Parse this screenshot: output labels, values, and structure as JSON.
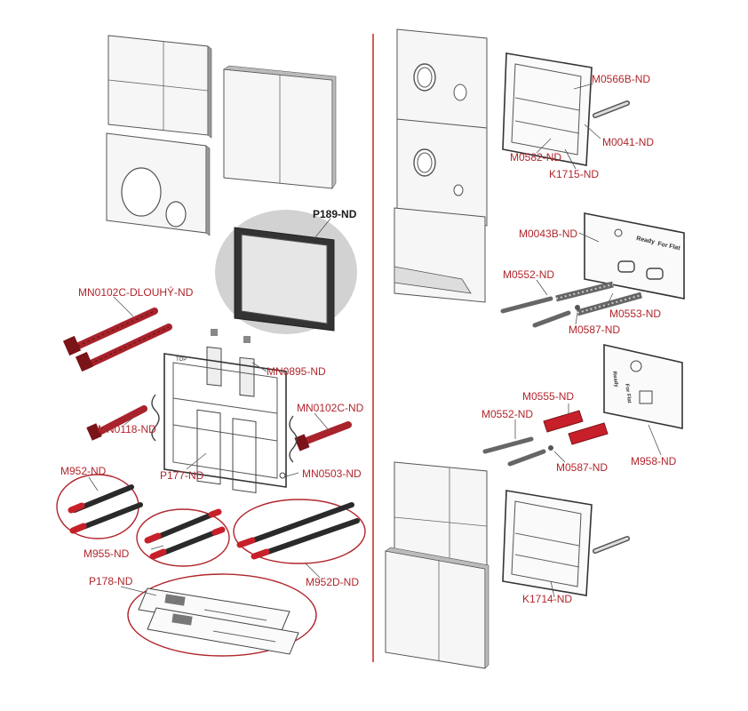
{
  "labels": {
    "p189": "P189-ND",
    "mn0102c_dlouhy": "MN0102C-DLOUHÝ-ND",
    "mn0895": "MN0895-ND",
    "mn0102c": "MN0102C-ND",
    "mn0118": "MN0118-ND",
    "p177": "P177-ND",
    "mn0503": "MN0503-ND",
    "m952": "M952-ND",
    "m955": "M955-ND",
    "m952d": "M952D-ND",
    "p178": "P178-ND",
    "m0566b": "M0566B-ND",
    "m0041": "M0041-ND",
    "m0582": "M0582-ND",
    "k1715": "K1715-ND",
    "m0043b": "M0043B-ND",
    "m0552_a": "M0552-ND",
    "m0553": "M0553-ND",
    "m0587_a": "M0587-ND",
    "m0555": "M0555-ND",
    "m0552_b": "M0552-ND",
    "m0587_b": "M0587-ND",
    "m958": "M958-ND",
    "k1714": "K1714-ND"
  },
  "frame_text": {
    "ready": "Ready",
    "for_flat": "For Flat",
    "top": "TOP"
  },
  "colors": {
    "label_red": "#b0262d",
    "part_red": "#a8232b",
    "divider": "#c0392b",
    "highlight": "#d2d2d2"
  }
}
